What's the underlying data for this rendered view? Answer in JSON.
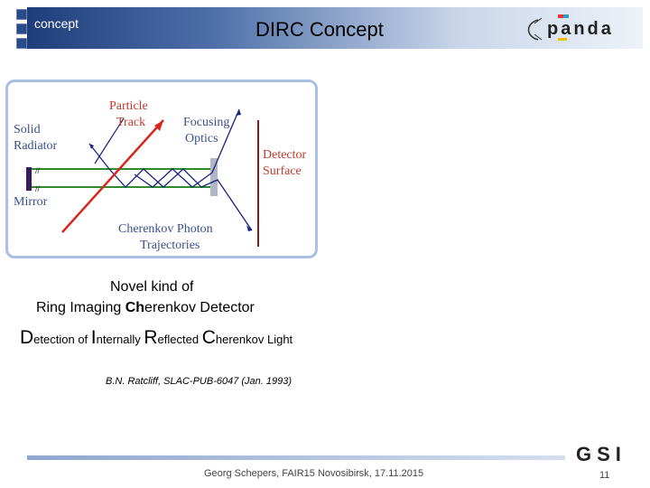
{
  "header": {
    "section": "concept",
    "title": "DIRC Concept",
    "logo_text": "panda"
  },
  "figure": {
    "labels": {
      "particle_track": [
        "Particle",
        "Track"
      ],
      "focusing_optics": [
        "Focusing",
        "Optics"
      ],
      "solid_radiator": [
        "Solid",
        "Radiator"
      ],
      "detector_surface": [
        "Detector",
        "Surface"
      ],
      "mirror": "Mirror",
      "cherenkov_photon": [
        "Cherenkov Photon",
        "Trajectories"
      ]
    },
    "colors": {
      "label_red": "#c0392b",
      "label_blue": "#3a4f8a",
      "particle_track": "#d9261c",
      "radiator": "#2e8b2e",
      "photon": "#1a237e",
      "frame": "#a9bfe3"
    }
  },
  "body": {
    "line1": "Novel kind of",
    "line2_parts": [
      "Ring Imaging ",
      "Ch",
      "erenkov Detector"
    ],
    "line3": [
      {
        "big": "D",
        "rest": "etection of "
      },
      {
        "big": "I",
        "rest": "nternally "
      },
      {
        "big": "R",
        "rest": "eflected "
      },
      {
        "big": "C",
        "rest": "herenkov Light"
      }
    ],
    "citation": "B.N. Ratcliff, SLAC-PUB-6047 (Jan. 1993)"
  },
  "footer": {
    "text": "Georg Schepers, FAIR15 Novosibirsk, 17.11.2015",
    "page": "11",
    "gsi_logo": "GSI"
  }
}
